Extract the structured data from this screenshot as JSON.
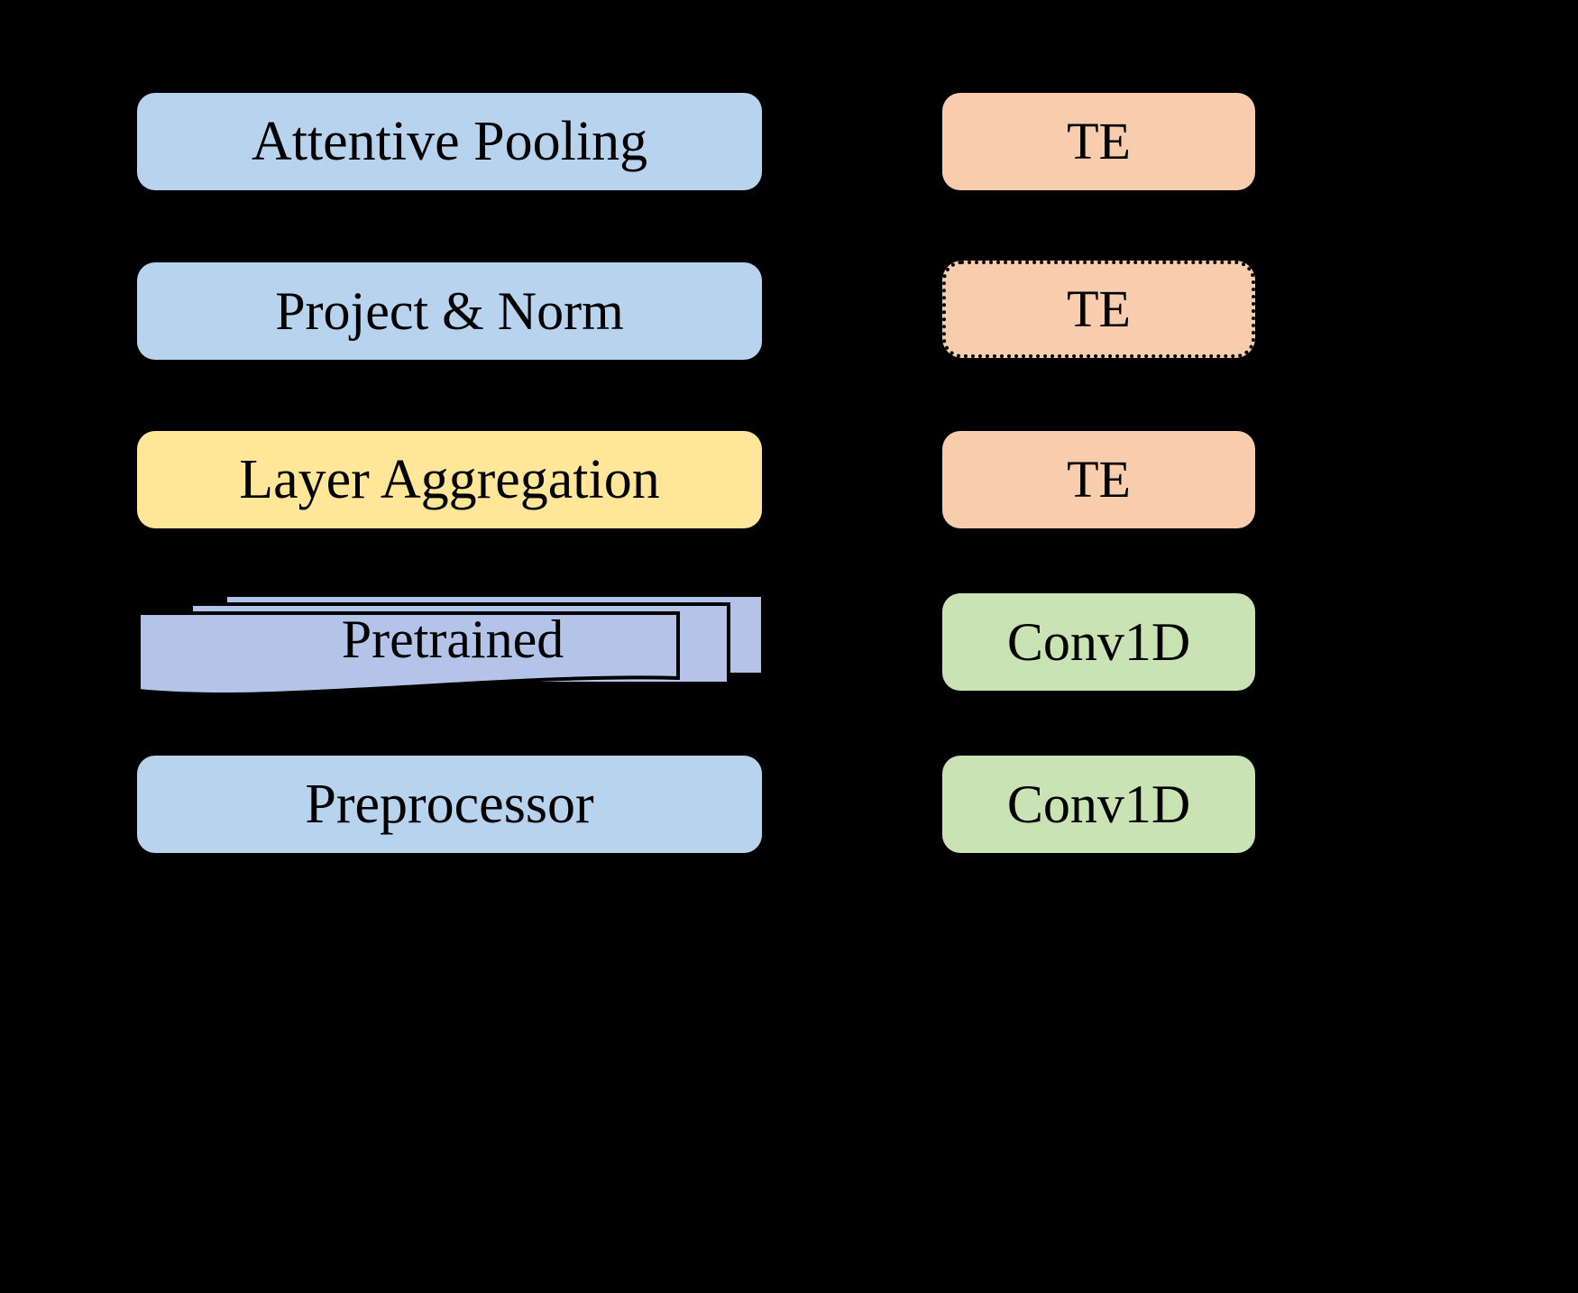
{
  "diagram": {
    "background_color": "#000000",
    "left_column": [
      {
        "id": "attentive-pooling",
        "label": "Attentive Pooling",
        "fill": "#b8d3ee",
        "style": "rounded"
      },
      {
        "id": "project-norm",
        "label": "Project & Norm",
        "fill": "#b8d3ee",
        "style": "rounded"
      },
      {
        "id": "layer-aggregation",
        "label": "Layer Aggregation",
        "fill": "#ffe699",
        "style": "rounded"
      },
      {
        "id": "pretrained",
        "label": "Pretrained",
        "fill": "#b4c4e8",
        "style": "stacked-sheets"
      },
      {
        "id": "preprocessor",
        "label": "Preprocessor",
        "fill": "#b8d3ee",
        "style": "rounded"
      }
    ],
    "right_column": [
      {
        "id": "te-1",
        "label": "TE",
        "fill": "#f8cdae",
        "style": "rounded"
      },
      {
        "id": "te-2",
        "label": "TE",
        "fill": "#f8cdae",
        "style": "rounded-dotted-border"
      },
      {
        "id": "te-3",
        "label": "TE",
        "fill": "#f8cdae",
        "style": "rounded"
      },
      {
        "id": "conv1d-1",
        "label": "Conv1D",
        "fill": "#c9e3b4",
        "style": "rounded"
      },
      {
        "id": "conv1d-2",
        "label": "Conv1D",
        "fill": "#c9e3b4",
        "style": "rounded"
      }
    ],
    "colors": {
      "blue": "#b8d3ee",
      "lavender_blue": "#b4c4e8",
      "yellow": "#ffe699",
      "peach": "#f8cdae",
      "green": "#c9e3b4",
      "outline": "#000000",
      "text": "#000000"
    }
  }
}
